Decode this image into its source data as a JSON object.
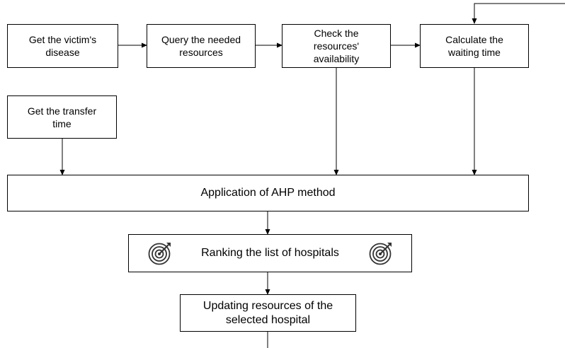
{
  "nodes": {
    "get_disease": "Get the victim's disease",
    "query_resources": "Query the needed resources",
    "check_availability": "Check the resources' availability",
    "calculate_waiting": "Calculate the waiting time",
    "get_transfer": "Get the transfer time",
    "ahp": "Application of AHP method",
    "ranking": "Ranking the list of hospitals",
    "updating": "Updating resources of the selected hospital"
  },
  "icons": {
    "ranking_left": "target-icon",
    "ranking_right": "target-icon"
  }
}
